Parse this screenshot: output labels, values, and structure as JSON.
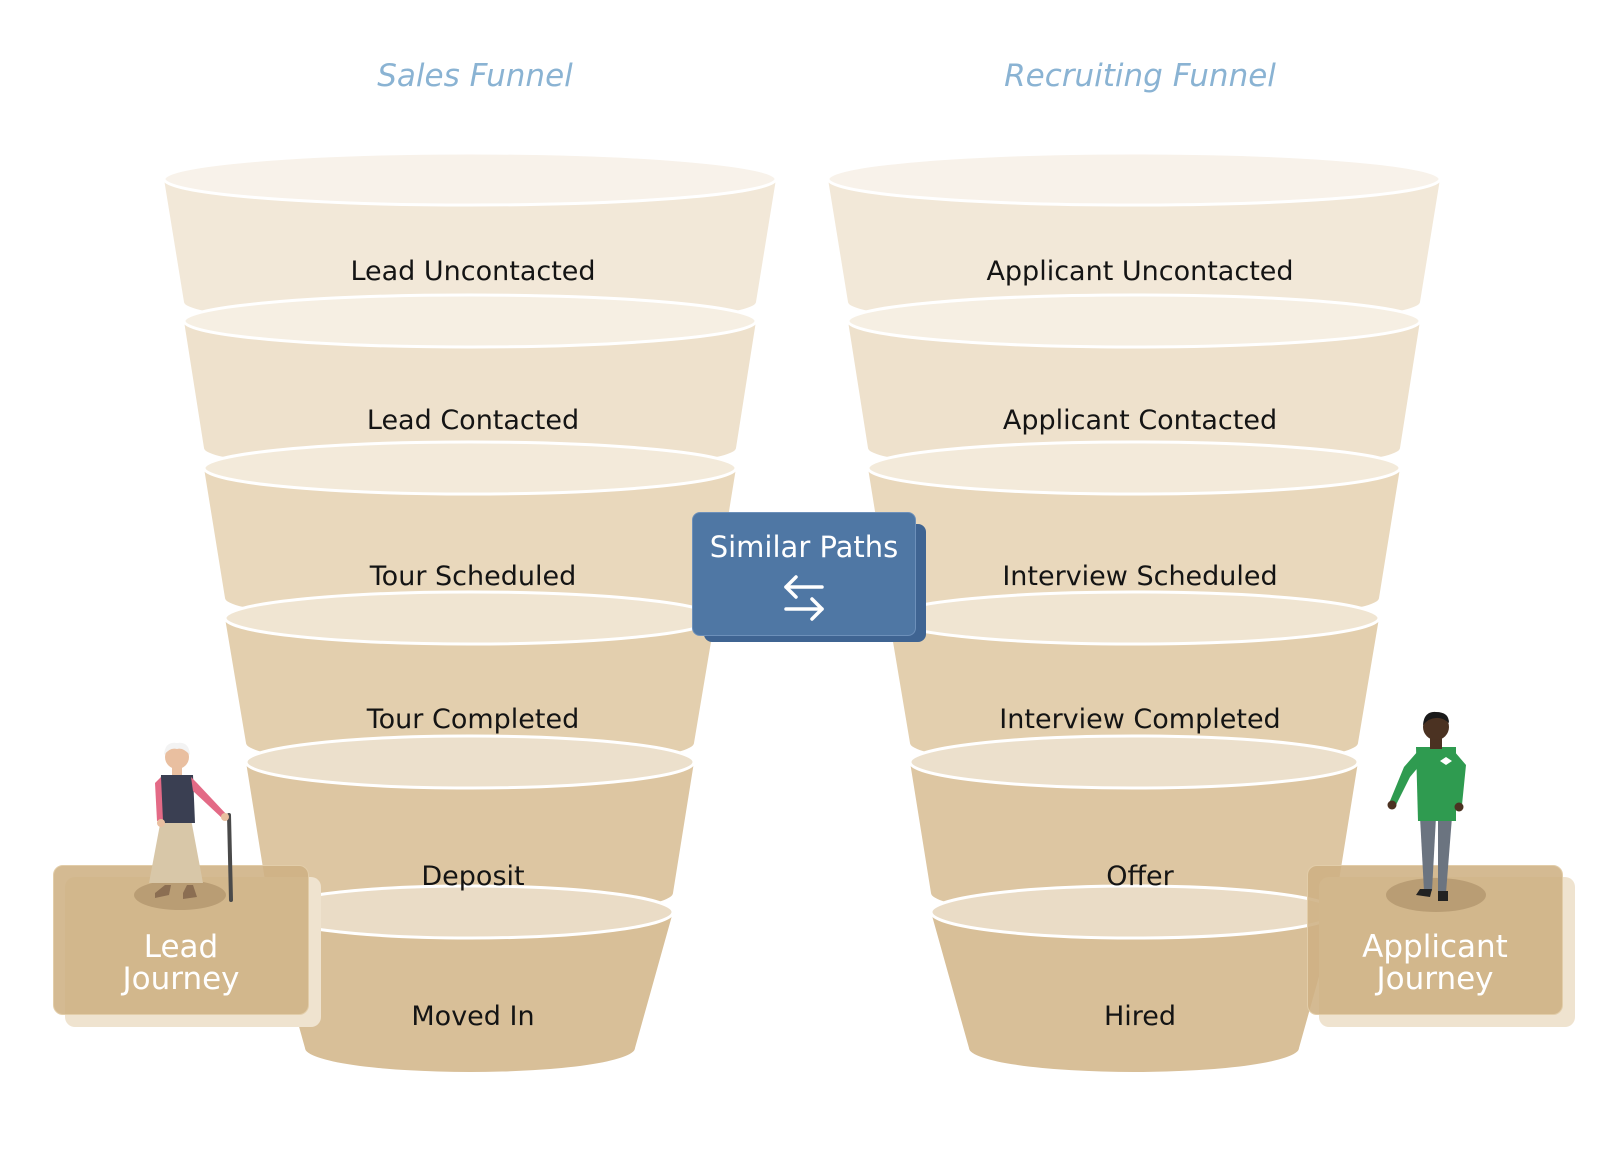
{
  "sales_funnel": {
    "title": "Sales Funnel",
    "stages": [
      "Lead Uncontacted",
      "Lead Contacted",
      "Tour Scheduled",
      "Tour Completed",
      "Deposit",
      "Moved In"
    ]
  },
  "recruiting_funnel": {
    "title": "Recruiting Funnel",
    "stages": [
      "Applicant Uncontacted",
      "Applicant Contacted",
      "Interview Scheduled",
      "Interview Completed",
      "Offer",
      "Hired"
    ]
  },
  "connector": {
    "label": "Similar Paths",
    "icon": "swap-arrows-icon"
  },
  "journeys": {
    "lead": {
      "line1": "Lead",
      "line2": "Journey",
      "figure": "elderly-woman-with-cane-icon"
    },
    "applicant": {
      "line1": "Applicant",
      "line2": "Journey",
      "figure": "man-in-green-sweater-icon"
    }
  },
  "colors": {
    "title": "#8ab3d3",
    "segment_top": "#f2e8d8",
    "segment_bottom": "#d8bf98",
    "connector": "#4f77a4",
    "plate": "#ceb083"
  }
}
